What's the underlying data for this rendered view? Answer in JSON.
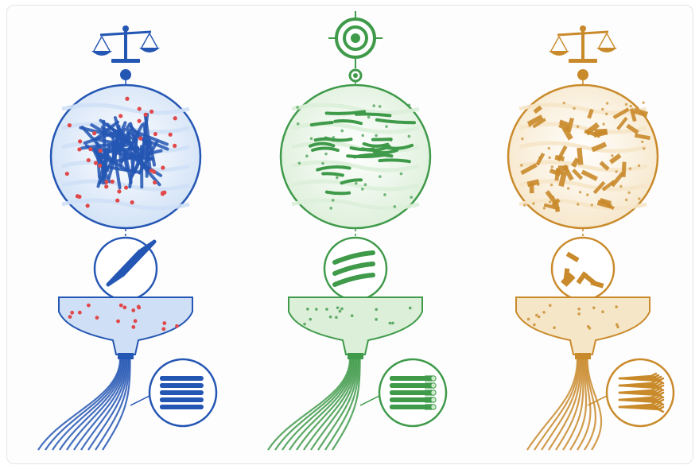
{
  "diagram": {
    "colors": {
      "blue": "#2456b3",
      "blue_light": "#cfe0f6",
      "green": "#3f9a4a",
      "green_light": "#dcefd9",
      "orange": "#c98a2b",
      "orange_light": "#f6e6c8",
      "particle_red": "#e0484a",
      "line_border": "#e3e5e8"
    },
    "columns": [
      {
        "id": "balanced",
        "icon": "balance-scale-icon",
        "color_key": "blue",
        "fragments": "dense-cluster"
      },
      {
        "id": "targeted",
        "icon": "target-icon",
        "color_key": "green",
        "fragments": "aligned-strands"
      },
      {
        "id": "fragmented",
        "icon": "balance-scale-icon",
        "color_key": "orange",
        "fragments": "broken-pieces"
      }
    ]
  }
}
